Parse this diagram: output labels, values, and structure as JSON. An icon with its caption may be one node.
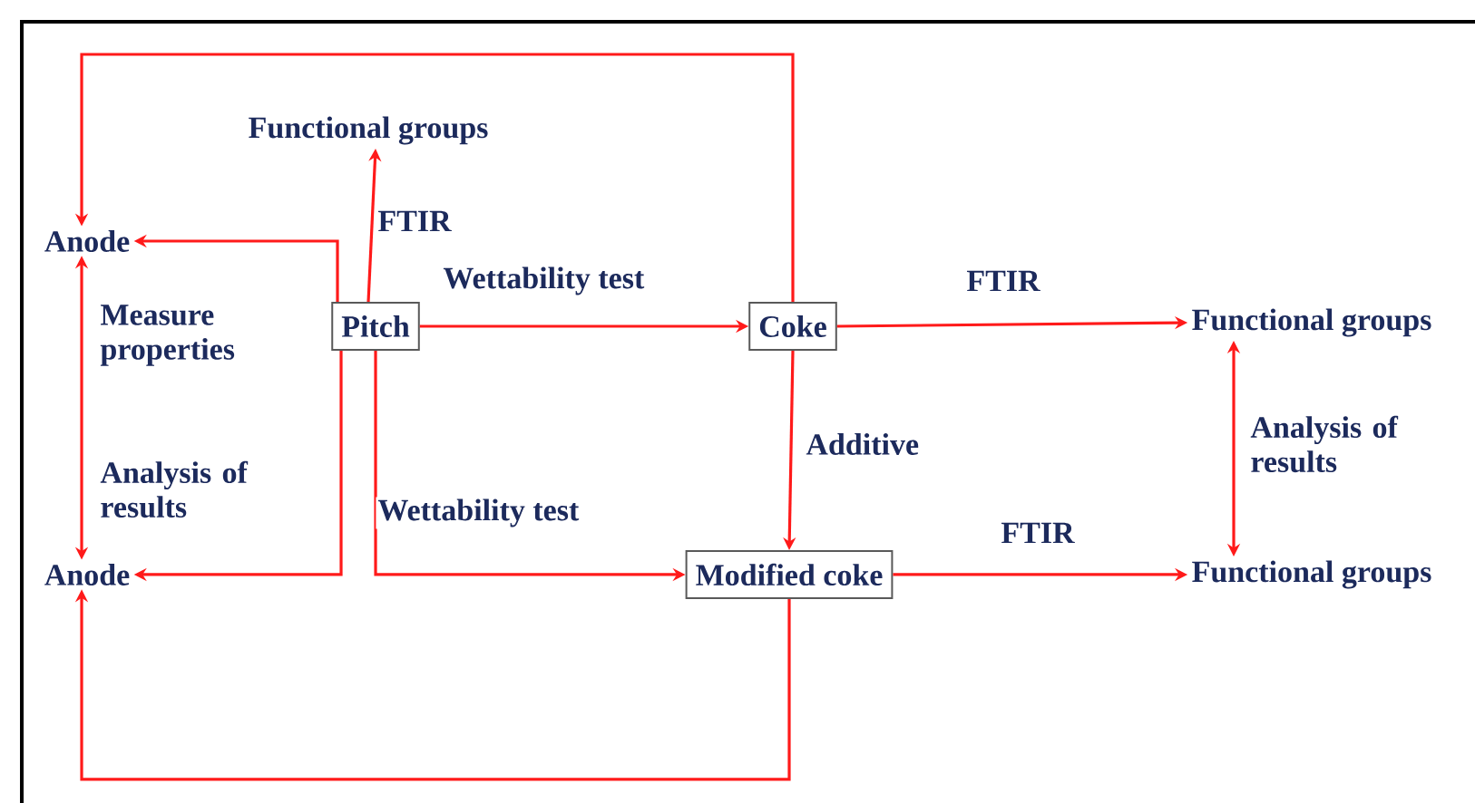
{
  "diagram": {
    "nodes": [
      {
        "text": [
          "Functional groups"
        ]
      },
      {
        "text": [
          "Anode"
        ]
      },
      {
        "text": [
          "Pitch"
        ]
      },
      {
        "text": [
          "Coke"
        ]
      },
      {
        "text": [
          "Functional groups"
        ]
      },
      {
        "text": [
          "Anode"
        ]
      },
      {
        "text": [
          "Modified coke"
        ]
      },
      {
        "text": [
          "Functional groups"
        ]
      }
    ],
    "edges": [
      {
        "from": 2,
        "to": 0,
        "arrow": "to",
        "label": "FTIR"
      },
      {
        "from": 2,
        "to": 3,
        "arrow": "to",
        "label": "Wettability test"
      },
      {
        "from": 2,
        "to": 1,
        "arrow": "to"
      },
      {
        "from": 2,
        "to": 5,
        "arrow": "to"
      },
      {
        "from": 2,
        "to": 6,
        "arrow": "to",
        "label": "Wettability test"
      },
      {
        "from": 3,
        "to": 4,
        "arrow": "to",
        "label": "FTIR"
      },
      {
        "from": 3,
        "to": 6,
        "arrow": "to",
        "label": "Additive"
      },
      {
        "from": 6,
        "to": 7,
        "arrow": "to",
        "label": "FTIR"
      },
      {
        "from": 3,
        "to": 1,
        "arrow": "to"
      },
      {
        "from": 6,
        "to": 5,
        "arrow": "to"
      },
      {
        "from": 1,
        "to": 5,
        "arrow": "both",
        "label": "Measure properties"
      },
      {
        "from": 4,
        "to": 7,
        "arrow": "both",
        "label": "Analysis of results"
      }
    ],
    "labels": [
      "Analysis of results"
    ]
  }
}
